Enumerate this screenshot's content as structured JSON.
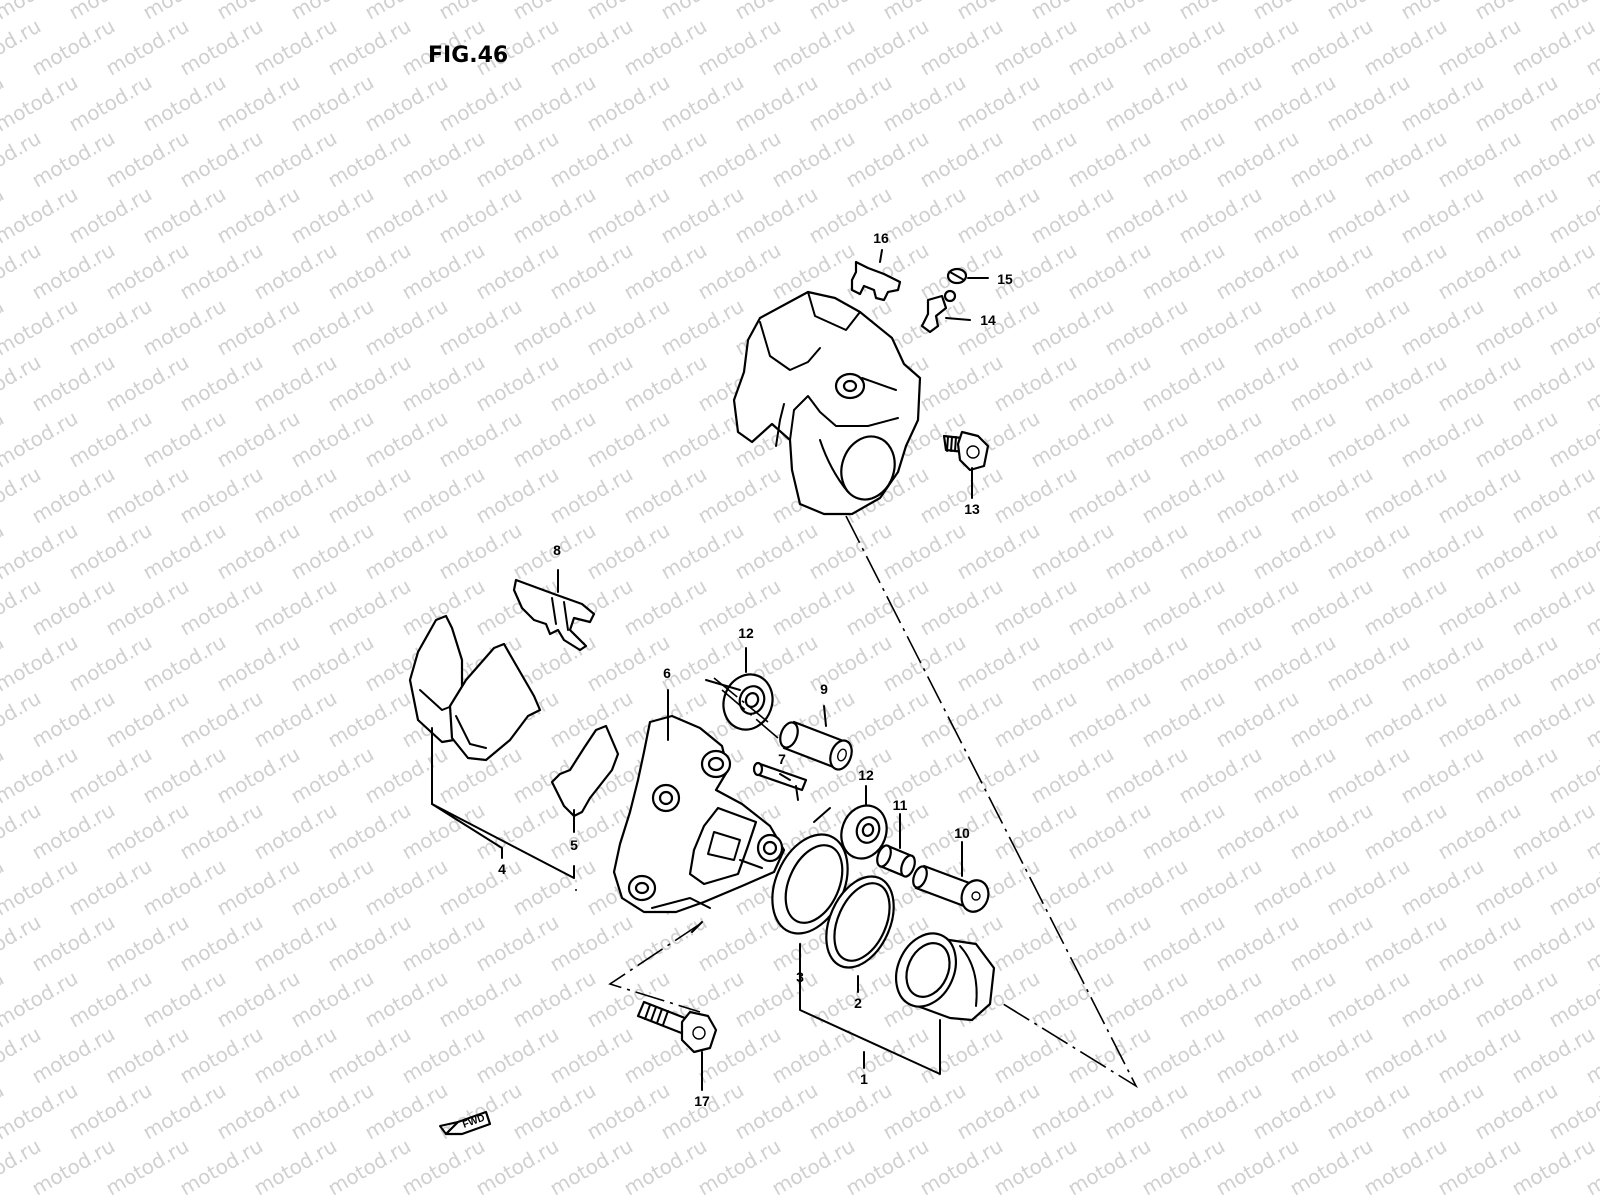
{
  "figure": {
    "title": "FIG.46"
  },
  "watermark": {
    "text": "motod.ru"
  },
  "direction_marker": {
    "text": "FWD"
  },
  "callouts": [
    {
      "id": "1",
      "label": "1"
    },
    {
      "id": "2",
      "label": "2"
    },
    {
      "id": "3",
      "label": "3"
    },
    {
      "id": "4",
      "label": "4"
    },
    {
      "id": "5",
      "label": "5"
    },
    {
      "id": "6",
      "label": "6"
    },
    {
      "id": "7",
      "label": "7"
    },
    {
      "id": "8",
      "label": "8"
    },
    {
      "id": "9",
      "label": "9"
    },
    {
      "id": "10",
      "label": "10"
    },
    {
      "id": "11",
      "label": "11"
    },
    {
      "id": "12a",
      "label": "12"
    },
    {
      "id": "12b",
      "label": "12"
    },
    {
      "id": "13",
      "label": "13"
    },
    {
      "id": "14",
      "label": "14"
    },
    {
      "id": "15",
      "label": "15"
    },
    {
      "id": "16",
      "label": "16"
    },
    {
      "id": "17",
      "label": "17"
    }
  ]
}
